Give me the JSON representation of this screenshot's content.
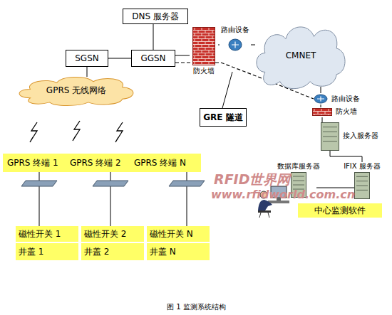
{
  "diagram": {
    "caption": "图 1 监测系统结构",
    "nodes": [
      {
        "text": [
          "DNS 服务器"
        ]
      },
      {
        "text": [
          "SGSN"
        ]
      },
      {
        "text": [
          "GGSN"
        ]
      },
      {
        "text": [
          "防火墙"
        ]
      },
      {
        "text": [
          "路由设备"
        ]
      },
      {
        "text": [
          "CMNET"
        ]
      },
      {
        "text": [
          "GPRS 无线网络"
        ]
      },
      {
        "text": [
          "路由设备"
        ]
      },
      {
        "text": [
          "防火墙"
        ]
      },
      {
        "text": [
          "GRE 隧道"
        ]
      },
      {
        "text": [
          "接入服务器"
        ]
      },
      {
        "text": [
          "数据库服务器"
        ]
      },
      {
        "text": [
          "IFIX 服务器"
        ]
      },
      {
        "text": [
          "中心监测软件"
        ]
      },
      {
        "text": [
          "GPRS 终端 1"
        ]
      },
      {
        "text": [
          "GPRS 终端 2"
        ]
      },
      {
        "text": [
          "GPRS 终端 N"
        ]
      },
      {
        "text": [
          "磁性开关 1"
        ]
      },
      {
        "text": [
          "磁性开关 2"
        ]
      },
      {
        "text": [
          "磁性开关 N"
        ]
      },
      {
        "text": [
          "井盖 1"
        ]
      },
      {
        "text": [
          "井盖 2"
        ]
      },
      {
        "text": [
          "井盖 N"
        ]
      }
    ],
    "edges": [
      {
        "from": 0,
        "to": 2,
        "arrow": "none"
      },
      {
        "from": 1,
        "to": 2,
        "arrow": "none"
      },
      {
        "from": 1,
        "to": 6,
        "arrow": "none"
      },
      {
        "from": 2,
        "to": 3,
        "arrow": "none"
      },
      {
        "from": 3,
        "to": 4,
        "arrow": "none"
      },
      {
        "from": 4,
        "to": 5,
        "arrow": "none"
      },
      {
        "from": 5,
        "to": 7,
        "arrow": "none"
      },
      {
        "from": 7,
        "to": 8,
        "arrow": "none"
      },
      {
        "from": 8,
        "to": 10,
        "arrow": "none"
      },
      {
        "from": 10,
        "to": 12,
        "arrow": "none"
      },
      {
        "from": 12,
        "to": 11,
        "arrow": "none"
      },
      {
        "from": 2,
        "to": 7,
        "arrow": "none"
      },
      {
        "from": 14,
        "to": 17,
        "arrow": "none"
      },
      {
        "from": 15,
        "to": 18,
        "arrow": "none"
      },
      {
        "from": 16,
        "to": 19,
        "arrow": "none"
      }
    ],
    "labels": [
      "RFID世界网",
      "www.rfidworld.com.cn"
    ]
  }
}
